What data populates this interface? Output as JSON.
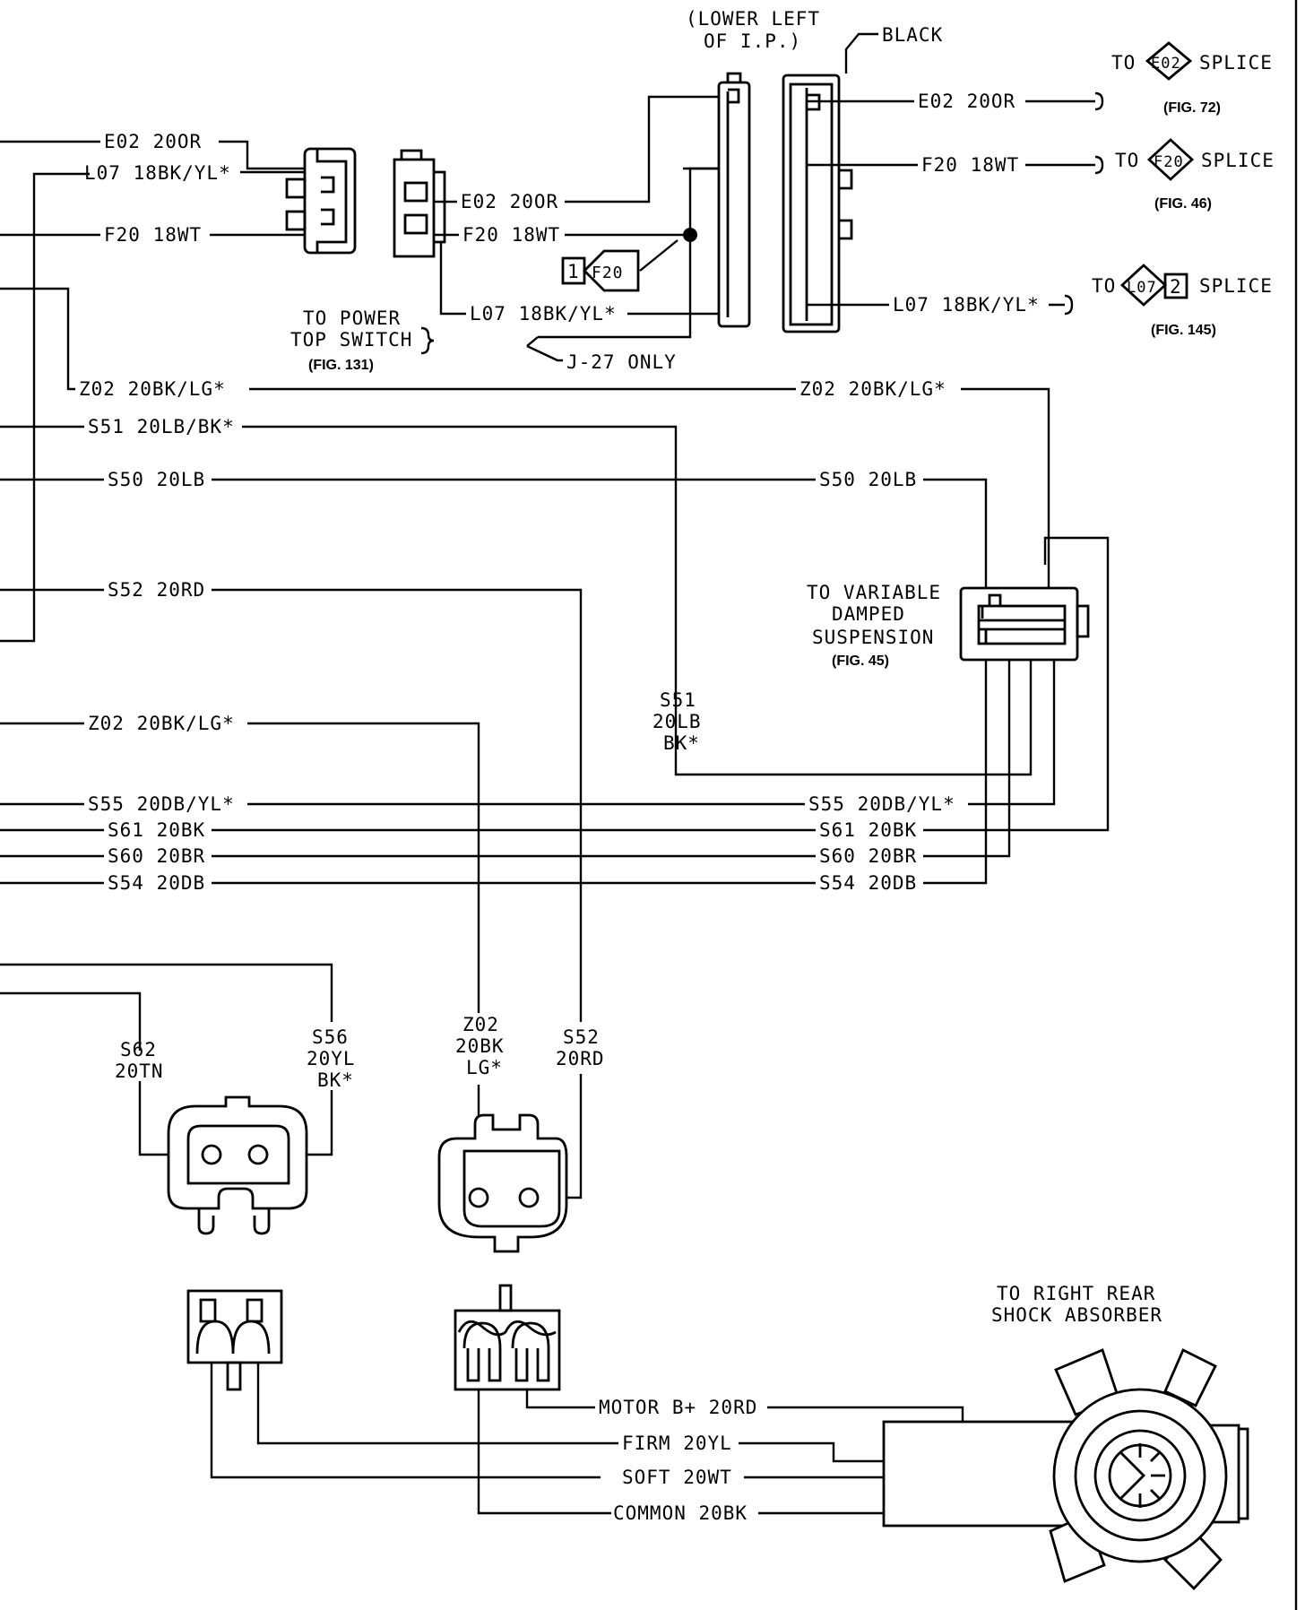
{
  "header": {
    "lower_left_1": "(LOWER LEFT",
    "lower_left_2": "OF I.P.)",
    "black": "BLACK"
  },
  "splices": {
    "e02": {
      "to": "TO",
      "code": "E02",
      "word": "SPLICE",
      "fig": "(FIG. 72)"
    },
    "f20": {
      "to": "TO",
      "code": "F20",
      "word": "SPLICE",
      "fig": "(FIG. 46)"
    },
    "l07": {
      "to": "TO",
      "code": "L07",
      "num": "2",
      "word": "SPLICE",
      "fig": "(FIG. 145)"
    }
  },
  "left_wires": {
    "e02": "E02 20OR",
    "l07": "L07 18BK/YL*",
    "f20": "F20 18WT",
    "z02_a": "Z02 20BK/LG*",
    "s51": "S51 20LB/BK*",
    "s50": "S50 20LB",
    "s52": "S52 20RD",
    "z02_b": "Z02 20BK/LG*",
    "s55": "S55 20DB/YL*",
    "s61": "S61 20BK",
    "s60": "S60 20BR",
    "s54": "S54 20DB"
  },
  "mid_wires": {
    "e02": "E02 20OR",
    "f20": "F20 18WT",
    "l07": "L07 18BK/YL*",
    "f20_ref_num": "1",
    "f20_ref_code": "F20"
  },
  "right_wires": {
    "e02": "E02 20OR",
    "f20": "F20 18WT",
    "l07": "L07 18BK/YL*",
    "z02": "Z02 20BK/LG*",
    "s50": "S50 20LB",
    "s55": "S55 20DB/YL*",
    "s61": "S61 20BK",
    "s60": "S60 20BR",
    "s54": "S54 20DB"
  },
  "power_top": {
    "line1": "TO POWER",
    "line2": "TOP SWITCH",
    "fig": "(FIG. 131)",
    "j27": "J-27 ONLY"
  },
  "variable_damped": {
    "line1": "TO VARIABLE",
    "line2": "DAMPED",
    "line3": "SUSPENSION",
    "fig": "(FIG. 45)"
  },
  "s51_vertical": {
    "l1": "S51",
    "l2": "20LB",
    "l3": "BK*"
  },
  "lower_left_conn": {
    "s62_1": "S62",
    "s62_2": "20TN",
    "s56_1": "S56",
    "s56_2": "20YL",
    "s56_3": "BK*"
  },
  "lower_mid_conn": {
    "z02_1": "Z02",
    "z02_2": "20BK",
    "z02_3": "LG*",
    "s52_1": "S52",
    "s52_2": "20RD"
  },
  "shock": {
    "line1": "TO RIGHT REAR",
    "line2": "SHOCK ABSORBER",
    "motor": "MOTOR B+ 20RD",
    "firm": "FIRM 20YL",
    "soft": "SOFT 20WT",
    "common": "COMMON 20BK"
  }
}
